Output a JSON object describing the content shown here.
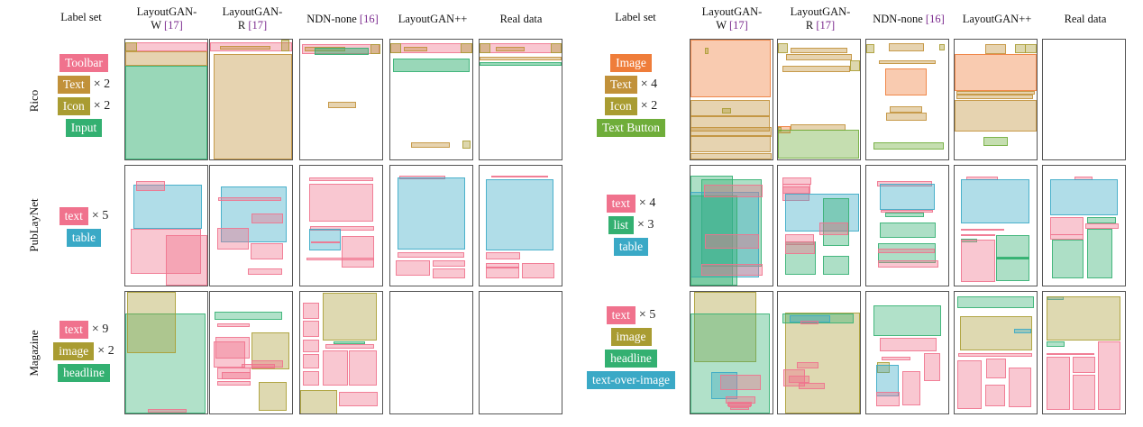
{
  "colors": {
    "Toolbar": "#f0728d",
    "Text": "#c1913a",
    "Icon": "#a99c32",
    "Input": "#33b071",
    "Image": "#ef7d3a",
    "Text Button": "#6fad3a",
    "text": "#f0728d",
    "table": "#3aa9c6",
    "list": "#33b071",
    "image": "#a99c32",
    "headline": "#33b071",
    "text-over-image": "#3aa9c6"
  },
  "left": {
    "label_header": "Label set",
    "columns": [
      {
        "line1": "LayoutGAN-",
        "line2": "W ",
        "ref": "[17]"
      },
      {
        "line1": "LayoutGAN-",
        "line2": "R ",
        "ref": "[17]"
      },
      {
        "line1": "NDN-none ",
        "line2": "",
        "ref": "[16]"
      },
      {
        "line1": "LayoutGAN++",
        "line2": "",
        "ref": ""
      },
      {
        "line1": "Real data",
        "line2": "",
        "ref": ""
      }
    ],
    "rows": [
      {
        "dataset": "Rico",
        "labels": [
          {
            "name": "Toolbar",
            "count": ""
          },
          {
            "name": "Text",
            "count": "× 2"
          },
          {
            "name": "Icon",
            "count": "× 2"
          },
          {
            "name": "Input",
            "count": ""
          }
        ]
      },
      {
        "dataset": "PubLayNet",
        "labels": [
          {
            "name": "text",
            "count": "× 5"
          },
          {
            "name": "table",
            "count": ""
          }
        ]
      },
      {
        "dataset": "Magazine",
        "labels": [
          {
            "name": "text",
            "count": "× 9"
          },
          {
            "name": "image",
            "count": "× 2"
          },
          {
            "name": "headline",
            "count": ""
          }
        ]
      }
    ]
  },
  "right": {
    "label_header": "Label set",
    "columns": [
      {
        "line1": "LayoutGAN-",
        "line2": "W ",
        "ref": "[17]"
      },
      {
        "line1": "LayoutGAN-",
        "line2": "R ",
        "ref": "[17]"
      },
      {
        "line1": "NDN-none ",
        "line2": "",
        "ref": "[16]"
      },
      {
        "line1": "LayoutGAN++",
        "line2": "",
        "ref": ""
      },
      {
        "line1": "Real data",
        "line2": "",
        "ref": ""
      }
    ],
    "rows": [
      {
        "dataset": "Rico",
        "labels": [
          {
            "name": "Image",
            "count": ""
          },
          {
            "name": "Text",
            "count": "× 4"
          },
          {
            "name": "Icon",
            "count": "× 2"
          },
          {
            "name": "Text Button",
            "count": ""
          }
        ]
      },
      {
        "dataset": "PubLayNet",
        "labels": [
          {
            "name": "text",
            "count": "× 4"
          },
          {
            "name": "list",
            "count": "× 3"
          },
          {
            "name": "table",
            "count": ""
          }
        ]
      },
      {
        "dataset": "Magazine",
        "labels": [
          {
            "name": "text",
            "count": "× 5"
          },
          {
            "name": "image",
            "count": ""
          },
          {
            "name": "headline",
            "count": ""
          },
          {
            "name": "text-over-image",
            "count": ""
          }
        ]
      }
    ]
  },
  "layouts": {
    "left": [
      [
        [
          [
            "Toolbar",
            0,
            0.02,
            1,
            0.08
          ],
          [
            "Icon",
            0,
            0.02,
            0.14,
            0.08
          ],
          [
            "Text",
            0,
            0.1,
            1,
            0.12
          ],
          [
            "Input",
            0,
            0.22,
            1,
            0.78
          ]
        ],
        [
          [
            "Toolbar",
            0,
            0.02,
            1,
            0.08
          ],
          [
            "Text",
            0.12,
            0.05,
            0.62,
            0.03
          ],
          [
            "Icon",
            0.87,
            0.0,
            0.1,
            0.1
          ],
          [
            "Text",
            0.04,
            0.12,
            0.96,
            0.88
          ]
        ],
        [
          [
            "Toolbar",
            0.02,
            0.04,
            0.95,
            0.08
          ],
          [
            "Text",
            0.06,
            0.06,
            0.49,
            0.04
          ],
          [
            "Input",
            0.18,
            0.07,
            0.66,
            0.06
          ],
          [
            "Icon",
            0.86,
            0.04,
            0.12,
            0.08
          ],
          [
            "Text",
            0.34,
            0.52,
            0.34,
            0.05
          ]
        ],
        [
          [
            "Toolbar",
            0,
            0.03,
            1,
            0.08
          ],
          [
            "Icon",
            0,
            0.03,
            0.13,
            0.08
          ],
          [
            "Text",
            0.17,
            0.06,
            0.28,
            0.04
          ],
          [
            "Icon",
            0.86,
            0.03,
            0.14,
            0.08
          ],
          [
            "Input",
            0.03,
            0.16,
            0.94,
            0.11
          ],
          [
            "Text",
            0.25,
            0.86,
            0.47,
            0.04
          ],
          [
            "Icon",
            0.88,
            0.84,
            0.1,
            0.07
          ]
        ],
        [
          [
            "Toolbar",
            0,
            0.03,
            1,
            0.08
          ],
          [
            "Icon",
            0,
            0.03,
            0.13,
            0.08
          ],
          [
            "Text",
            0.2,
            0.06,
            0.35,
            0.04
          ],
          [
            "Icon",
            0.87,
            0.03,
            0.13,
            0.08
          ],
          [
            "Text",
            0,
            0.14,
            1,
            0.03
          ],
          [
            "Input",
            0,
            0.19,
            1,
            0.03
          ]
        ]
      ],
      [
        [
          [
            "table",
            0.1,
            0.16,
            0.83,
            0.37
          ],
          [
            "text",
            0.13,
            0.13,
            0.35,
            0.08
          ],
          [
            "text",
            0.07,
            0.53,
            0.85,
            0.37
          ],
          [
            "text",
            0.49,
            0.58,
            0.51,
            0.42
          ]
        ],
        [
          [
            "table",
            0.13,
            0.17,
            0.8,
            0.47
          ],
          [
            "text",
            0.1,
            0.26,
            0.77,
            0.03
          ],
          [
            "text",
            0.51,
            0.4,
            0.38,
            0.08
          ],
          [
            "text",
            0.09,
            0.52,
            0.38,
            0.18
          ],
          [
            "text",
            0.49,
            0.65,
            0.4,
            0.13
          ],
          [
            "text",
            0.46,
            0.86,
            0.42,
            0.05
          ]
        ],
        [
          [
            "text",
            0.11,
            0.1,
            0.78,
            0.03
          ],
          [
            "text",
            0.11,
            0.15,
            0.78,
            0.32
          ],
          [
            "text",
            0.12,
            0.5,
            0.78,
            0.04
          ],
          [
            "table",
            0.11,
            0.53,
            0.38,
            0.18
          ],
          [
            "text",
            0.13,
            0.63,
            0.35,
            0.01
          ],
          [
            "text",
            0.51,
            0.59,
            0.39,
            0.26
          ],
          [
            "text",
            0.08,
            0.77,
            0.82,
            0.02
          ]
        ],
        [
          [
            "text",
            0.11,
            0.08,
            0.56,
            0.03
          ],
          [
            "table",
            0.09,
            0.1,
            0.82,
            0.6
          ],
          [
            "text",
            0.09,
            0.72,
            0.81,
            0.05
          ],
          [
            "text",
            0.07,
            0.79,
            0.41,
            0.13
          ],
          [
            "text",
            0.52,
            0.79,
            0.39,
            0.05
          ],
          [
            "text",
            0.52,
            0.86,
            0.39,
            0.08
          ]
        ],
        [
          [
            "text",
            0.14,
            0.08,
            0.7,
            0.02
          ],
          [
            "table",
            0.08,
            0.11,
            0.82,
            0.6
          ],
          [
            "text",
            0.08,
            0.72,
            0.42,
            0.06
          ],
          [
            "text",
            0.08,
            0.81,
            0.4,
            0.13
          ],
          [
            "text",
            0.52,
            0.81,
            0.39,
            0.13
          ],
          [
            "text",
            0.08,
            0.84,
            0.4,
            0.01
          ]
        ]
      ],
      [
        [
          [
            "headline",
            0,
            0.18,
            0.98,
            0.82
          ],
          [
            "image",
            0.02,
            0,
            0.6,
            0.5
          ],
          [
            "text",
            0.28,
            0.96,
            0.47,
            0.03
          ]
        ],
        [
          [
            "headline",
            0.06,
            0.16,
            0.82,
            0.07
          ],
          [
            "text",
            0.09,
            0.26,
            0.39,
            0.03
          ],
          [
            "image",
            0.5,
            0.33,
            0.47,
            0.31
          ],
          [
            "text",
            0.07,
            0.37,
            0.41,
            0.18
          ],
          [
            "text",
            0.04,
            0.41,
            0.39,
            0.21
          ],
          [
            "text",
            0.5,
            0.56,
            0.39,
            0.06
          ],
          [
            "text",
            0.09,
            0.62,
            0.4,
            0.1
          ],
          [
            "text",
            0.14,
            0.66,
            0.36,
            0.06
          ],
          [
            "text",
            0.38,
            0.59,
            0.41,
            0.04
          ],
          [
            "text",
            0.09,
            0.73,
            0.41,
            0.04
          ],
          [
            "image",
            0.59,
            0.74,
            0.34,
            0.24
          ]
        ]
      ],
      []
    ]
  }
}
